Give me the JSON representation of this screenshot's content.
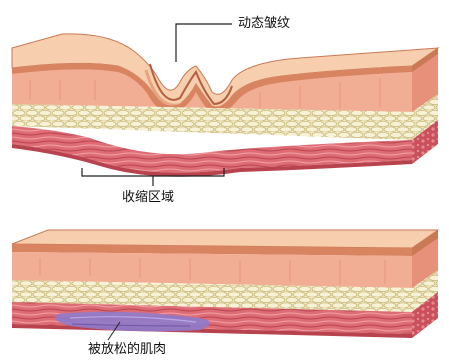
{
  "labels": {
    "dynamic_wrinkle": "动态皱纹",
    "contraction_area": "收缩区域",
    "relaxed_muscle": "被放松的肌肉"
  },
  "colors": {
    "skin_top": "#f6c9a8",
    "skin_edge": "#c97a55",
    "dermis": "#f0a78e",
    "dermis_side": "#e8917a",
    "fat_fill": "#f3eecb",
    "fat_stroke": "#c9b97c",
    "muscle": "#d9646e",
    "muscle_dark": "#b8434f",
    "relaxed_muscle": "#8d78c7",
    "line": "#222222"
  }
}
